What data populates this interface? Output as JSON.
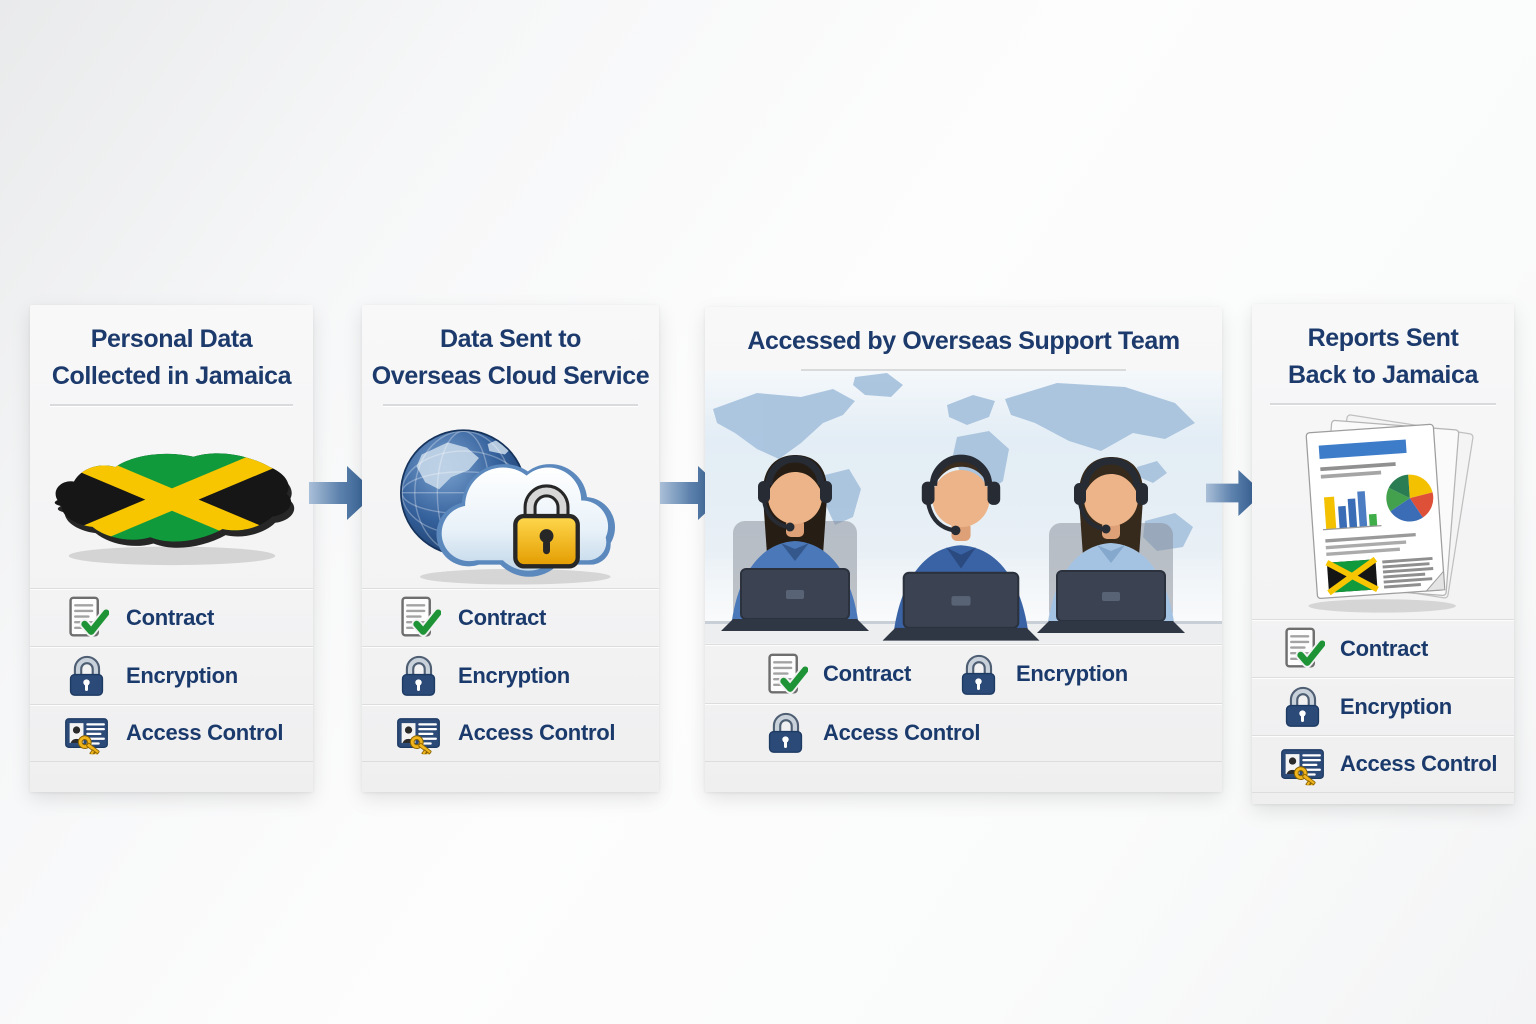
{
  "diagram": {
    "subject": "Cross-border personal data flow with safeguards",
    "step_count": 4
  },
  "colors": {
    "title_navy": "#1c3a6c",
    "label_navy": "#1b3a6c",
    "arrow_blue": "#2c598f",
    "badge_icon_navy": "#2c4a78",
    "check_green": "#1f9437",
    "gold": "#f0b41c",
    "world_map_blue": "#a9c3de",
    "jamaica_green": "#119a3c",
    "jamaica_gold": "#f7c600",
    "jamaica_black": "#161616",
    "panel_background": "#f5f5f6"
  },
  "steps": [
    {
      "title_lines": [
        "Personal Data",
        "Collected in Jamaica"
      ],
      "illustration": "jamaica-flag-map",
      "safeguards": [
        {
          "label": "Contract",
          "icon": "document-check-icon"
        },
        {
          "label": "Encryption",
          "icon": "padlock-icon"
        },
        {
          "label": "Access Control",
          "icon": "id-card-key-icon"
        }
      ]
    },
    {
      "title_lines": [
        "Data Sent to",
        "Overseas Cloud Service"
      ],
      "illustration": "globe-cloud-padlock",
      "safeguards": [
        {
          "label": "Contract",
          "icon": "document-check-icon"
        },
        {
          "label": "Encryption",
          "icon": "padlock-icon"
        },
        {
          "label": "Access Control",
          "icon": "id-card-key-icon"
        }
      ]
    },
    {
      "title_lines": [
        "Accessed by Overseas Support Team"
      ],
      "illustration": "support-team-world-map",
      "safeguards": [
        {
          "label": "Contract",
          "icon": "document-check-icon"
        },
        {
          "label": "Encryption",
          "icon": "padlock-icon"
        },
        {
          "label": "Access Control",
          "icon": "padlock-icon"
        }
      ]
    },
    {
      "title_lines": [
        "Reports Sent",
        "Back to Jamaica"
      ],
      "illustration": "report-document-stack",
      "safeguards": [
        {
          "label": "Contract",
          "icon": "document-check-icon"
        },
        {
          "label": "Encryption",
          "icon": "padlock-icon"
        },
        {
          "label": "Access Control",
          "icon": "id-card-key-icon"
        }
      ]
    }
  ],
  "flow_arrows": [
    {
      "name": "arrow-step1-step2",
      "direction": "right"
    },
    {
      "name": "arrow-step2-step3",
      "direction": "right"
    },
    {
      "name": "arrow-step3-step4",
      "direction": "right"
    }
  ]
}
